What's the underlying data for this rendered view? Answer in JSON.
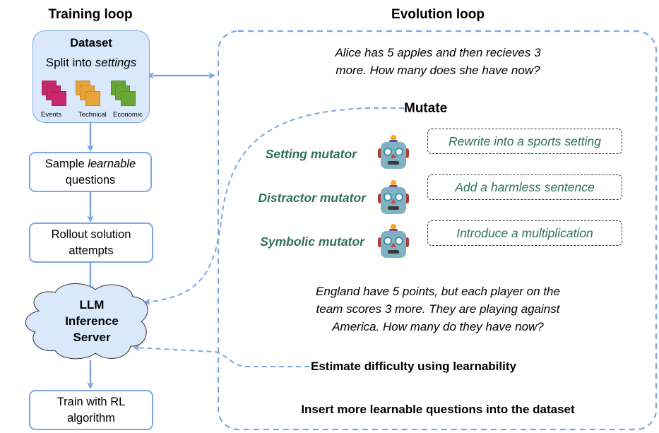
{
  "training_loop": {
    "title": "Training loop",
    "dataset": {
      "title": "Dataset",
      "subtitle_prefix": "Split into ",
      "subtitle_italic": "settings",
      "categories": [
        {
          "label": "Events",
          "color": "#c8286a"
        },
        {
          "label": "Technical",
          "color": "#e8a43a"
        },
        {
          "label": "Economic",
          "color": "#6aa637"
        }
      ]
    },
    "sample_step": {
      "prefix": "Sample ",
      "italic": "learnable",
      "line2": "questions"
    },
    "rollout_step": {
      "line1": "Rollout solution",
      "line2": "attempts"
    },
    "server": {
      "line1": "LLM",
      "line2": "Inference",
      "line3": "Server"
    },
    "train_step": {
      "line1": "Train with RL",
      "line2": "algorithm"
    }
  },
  "evolution_loop": {
    "title": "Evolution loop",
    "original_question": {
      "line1": "Alice has 5 apples and then recieves 3",
      "line2": "more. How many does she have now?"
    },
    "mutate_label": "Mutate",
    "mutators": [
      {
        "name": "Setting mutator",
        "icon": "robot-icon",
        "action": "Rewrite into a sports setting"
      },
      {
        "name": "Distractor mutator",
        "icon": "robot-icon",
        "action": "Add a harmless sentence"
      },
      {
        "name": "Symbolic mutator",
        "icon": "robot-icon",
        "action": "Introduce a multiplication"
      }
    ],
    "mutated_question": {
      "line1": "England have 5 points, but each player on the",
      "line2": "team scores 3 more. They are playing against",
      "line3": "America. How many do they have now?"
    },
    "estimate_label": "Estimate difficulty using learnability",
    "insert_label": "Insert more learnable questions into the dataset"
  },
  "colors": {
    "arrow_blue": "#7ea6e0",
    "dataset_fill": "#dae8fc",
    "mutator_green": "#2e7060"
  }
}
